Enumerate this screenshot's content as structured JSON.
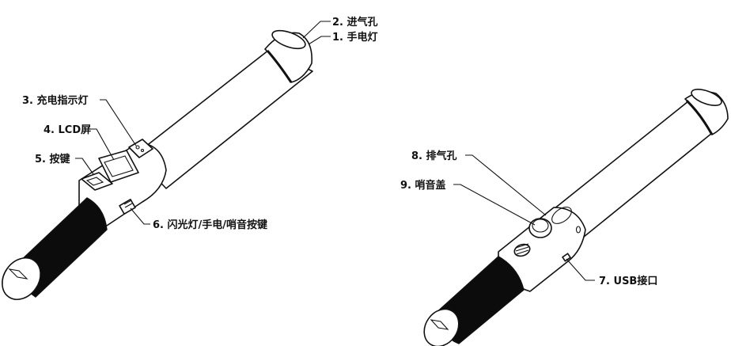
{
  "diagram": {
    "left_view": {
      "labels": [
        {
          "id": "1",
          "text": "1. 手电灯"
        },
        {
          "id": "2",
          "text": "2. 进气孔"
        },
        {
          "id": "3",
          "text": "3. 充电指示灯"
        },
        {
          "id": "4",
          "text": "4. LCD屏"
        },
        {
          "id": "5",
          "text": "5. 按键"
        },
        {
          "id": "6",
          "text": "6. 闪光灯/手电/哨音按键"
        }
      ]
    },
    "right_view": {
      "labels": [
        {
          "id": "7",
          "text": "7. USB接口"
        },
        {
          "id": "8",
          "text": "8. 排气孔"
        },
        {
          "id": "9",
          "text": "9. 哨音盖"
        }
      ]
    },
    "colors": {
      "line": "#111111",
      "grip": "#0c0c0c",
      "background": "#ffffff"
    }
  }
}
